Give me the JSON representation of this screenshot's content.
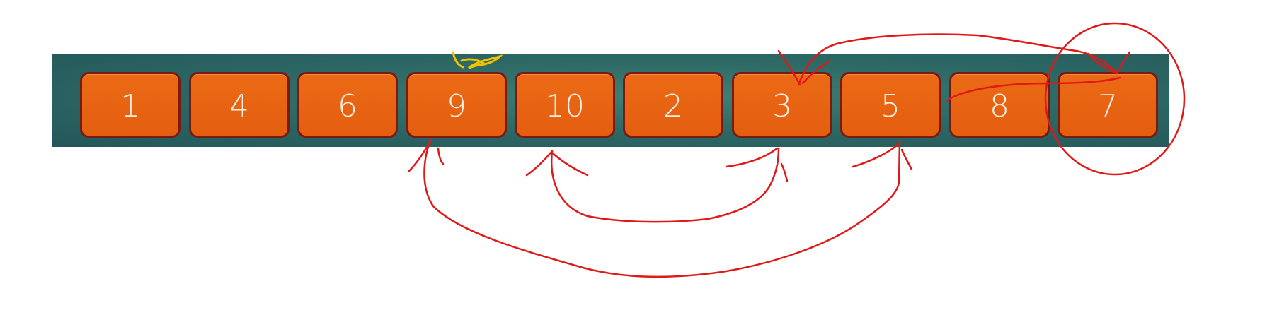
{
  "tiles": [
    "1",
    "4",
    "6",
    "9",
    "10",
    "2",
    "3",
    "5",
    "8",
    "7"
  ],
  "colors": {
    "strip": "#2e6a66",
    "tile": "#e8640f",
    "tile_border": "#7a1a10",
    "tile_text": "#fbeee4",
    "annotation": "#e01818",
    "scribble": "#f2c200"
  }
}
